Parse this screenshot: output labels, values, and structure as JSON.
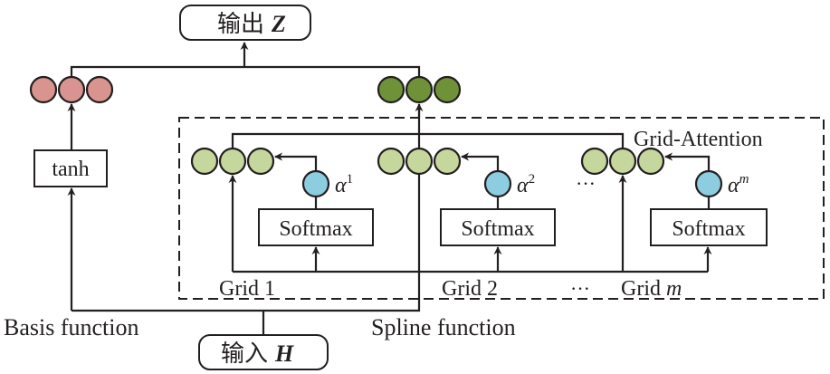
{
  "diagram": {
    "colors": {
      "basis_nodes": "#d99490",
      "output_nodes": "#6f9239",
      "grid_nodes": "#c5d79c",
      "attention_nodes": "#8ccde0",
      "stroke": "#231f20"
    },
    "output": {
      "label_cn": "输出",
      "label_var": "Z"
    },
    "input": {
      "label_cn": "输入",
      "label_var": "H"
    },
    "tanh": {
      "label": "tanh"
    },
    "basis_function": {
      "label": "Basis function"
    },
    "spline_function": {
      "label": "Spline function"
    },
    "grid_attention": {
      "label": "Grid-Attention"
    },
    "grids": [
      {
        "label": "Grid 1",
        "softmax": "Softmax",
        "alpha_sup": "1"
      },
      {
        "label": "Grid 2",
        "softmax": "Softmax",
        "alpha_sup": "2"
      },
      {
        "label_prefix": "Grid ",
        "label_var": "m",
        "softmax": "Softmax",
        "alpha_sup": "m"
      }
    ],
    "alpha_symbol": "α",
    "ellipsis": "···"
  }
}
